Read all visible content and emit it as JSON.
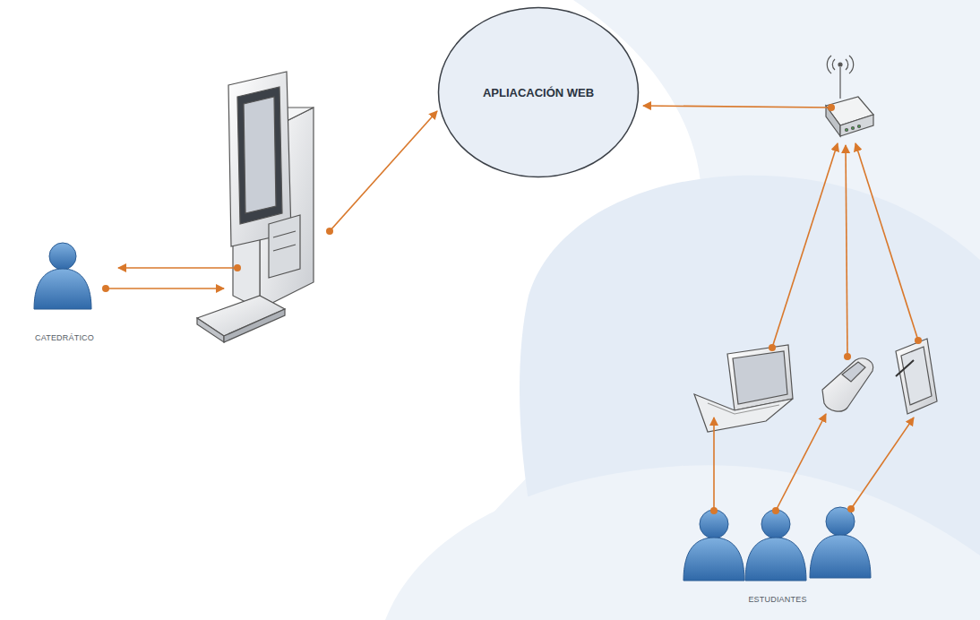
{
  "diagram": {
    "nodes": [
      {
        "text": [
          "APLIACACIÓN WEB"
        ]
      }
    ],
    "labels": [
      "CATEDRÁTICO",
      "ESTUDIANTES"
    ]
  }
}
